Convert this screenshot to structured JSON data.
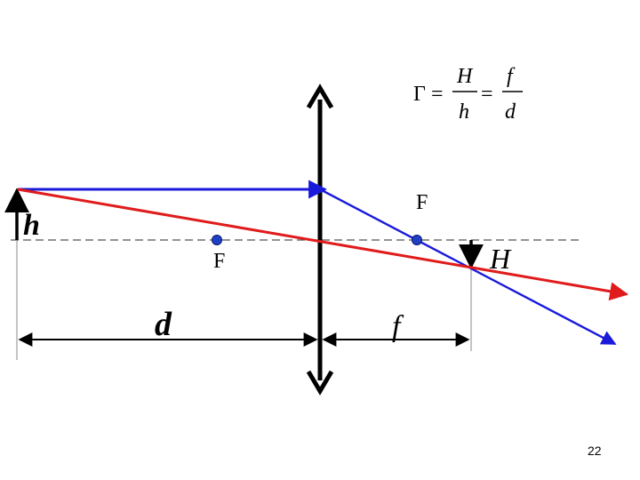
{
  "formula": {
    "gamma": "Γ",
    "eq1": "=",
    "H_num": "H",
    "h_den": "h",
    "eq2": "=",
    "f_num": "f",
    "d_den": "d"
  },
  "labels": {
    "object_height": "h",
    "image_height": "H",
    "focus_left": "F",
    "focus_right": "F",
    "object_distance": "d",
    "image_distance": "f"
  },
  "page_number": "22",
  "colors": {
    "ray_parallel": "#1a1adb",
    "ray_center": "#e01b1b",
    "focus_point": "#1f3fc4",
    "axis": "#555555",
    "lens": "#000000"
  }
}
